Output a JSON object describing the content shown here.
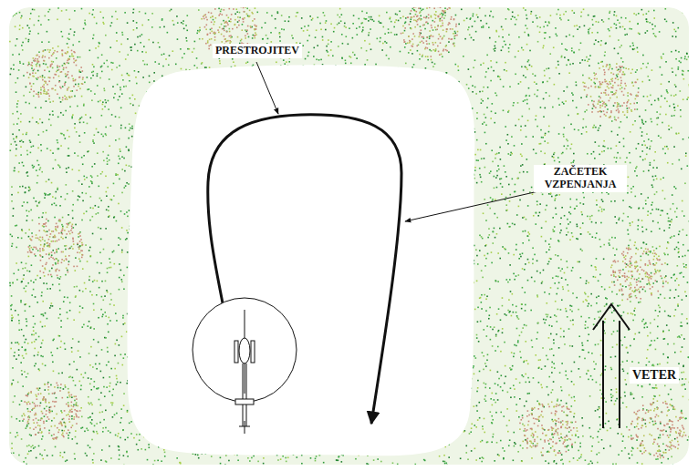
{
  "diagram": {
    "labels": [
      "PRESTROJITEV",
      "ZAČETEK VZPENJANJA",
      "VETER"
    ]
  }
}
